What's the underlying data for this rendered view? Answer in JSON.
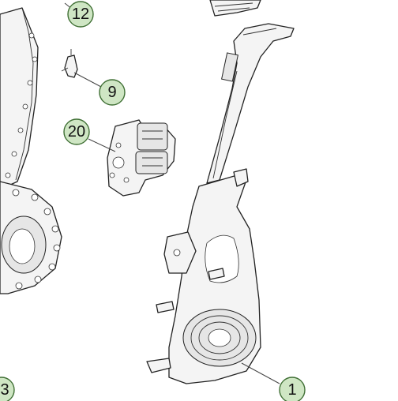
{
  "callouts": [
    {
      "id": "12",
      "label": "12"
    },
    {
      "id": "9",
      "label": "9"
    },
    {
      "id": "20",
      "label": "20"
    },
    {
      "id": "1",
      "label": "1"
    },
    {
      "id": "3",
      "label": "3"
    }
  ],
  "colors": {
    "callout_fill": "#cfe6c4",
    "callout_stroke": "#3f6f34",
    "line_art": "#222222",
    "background": "#ffffff"
  }
}
